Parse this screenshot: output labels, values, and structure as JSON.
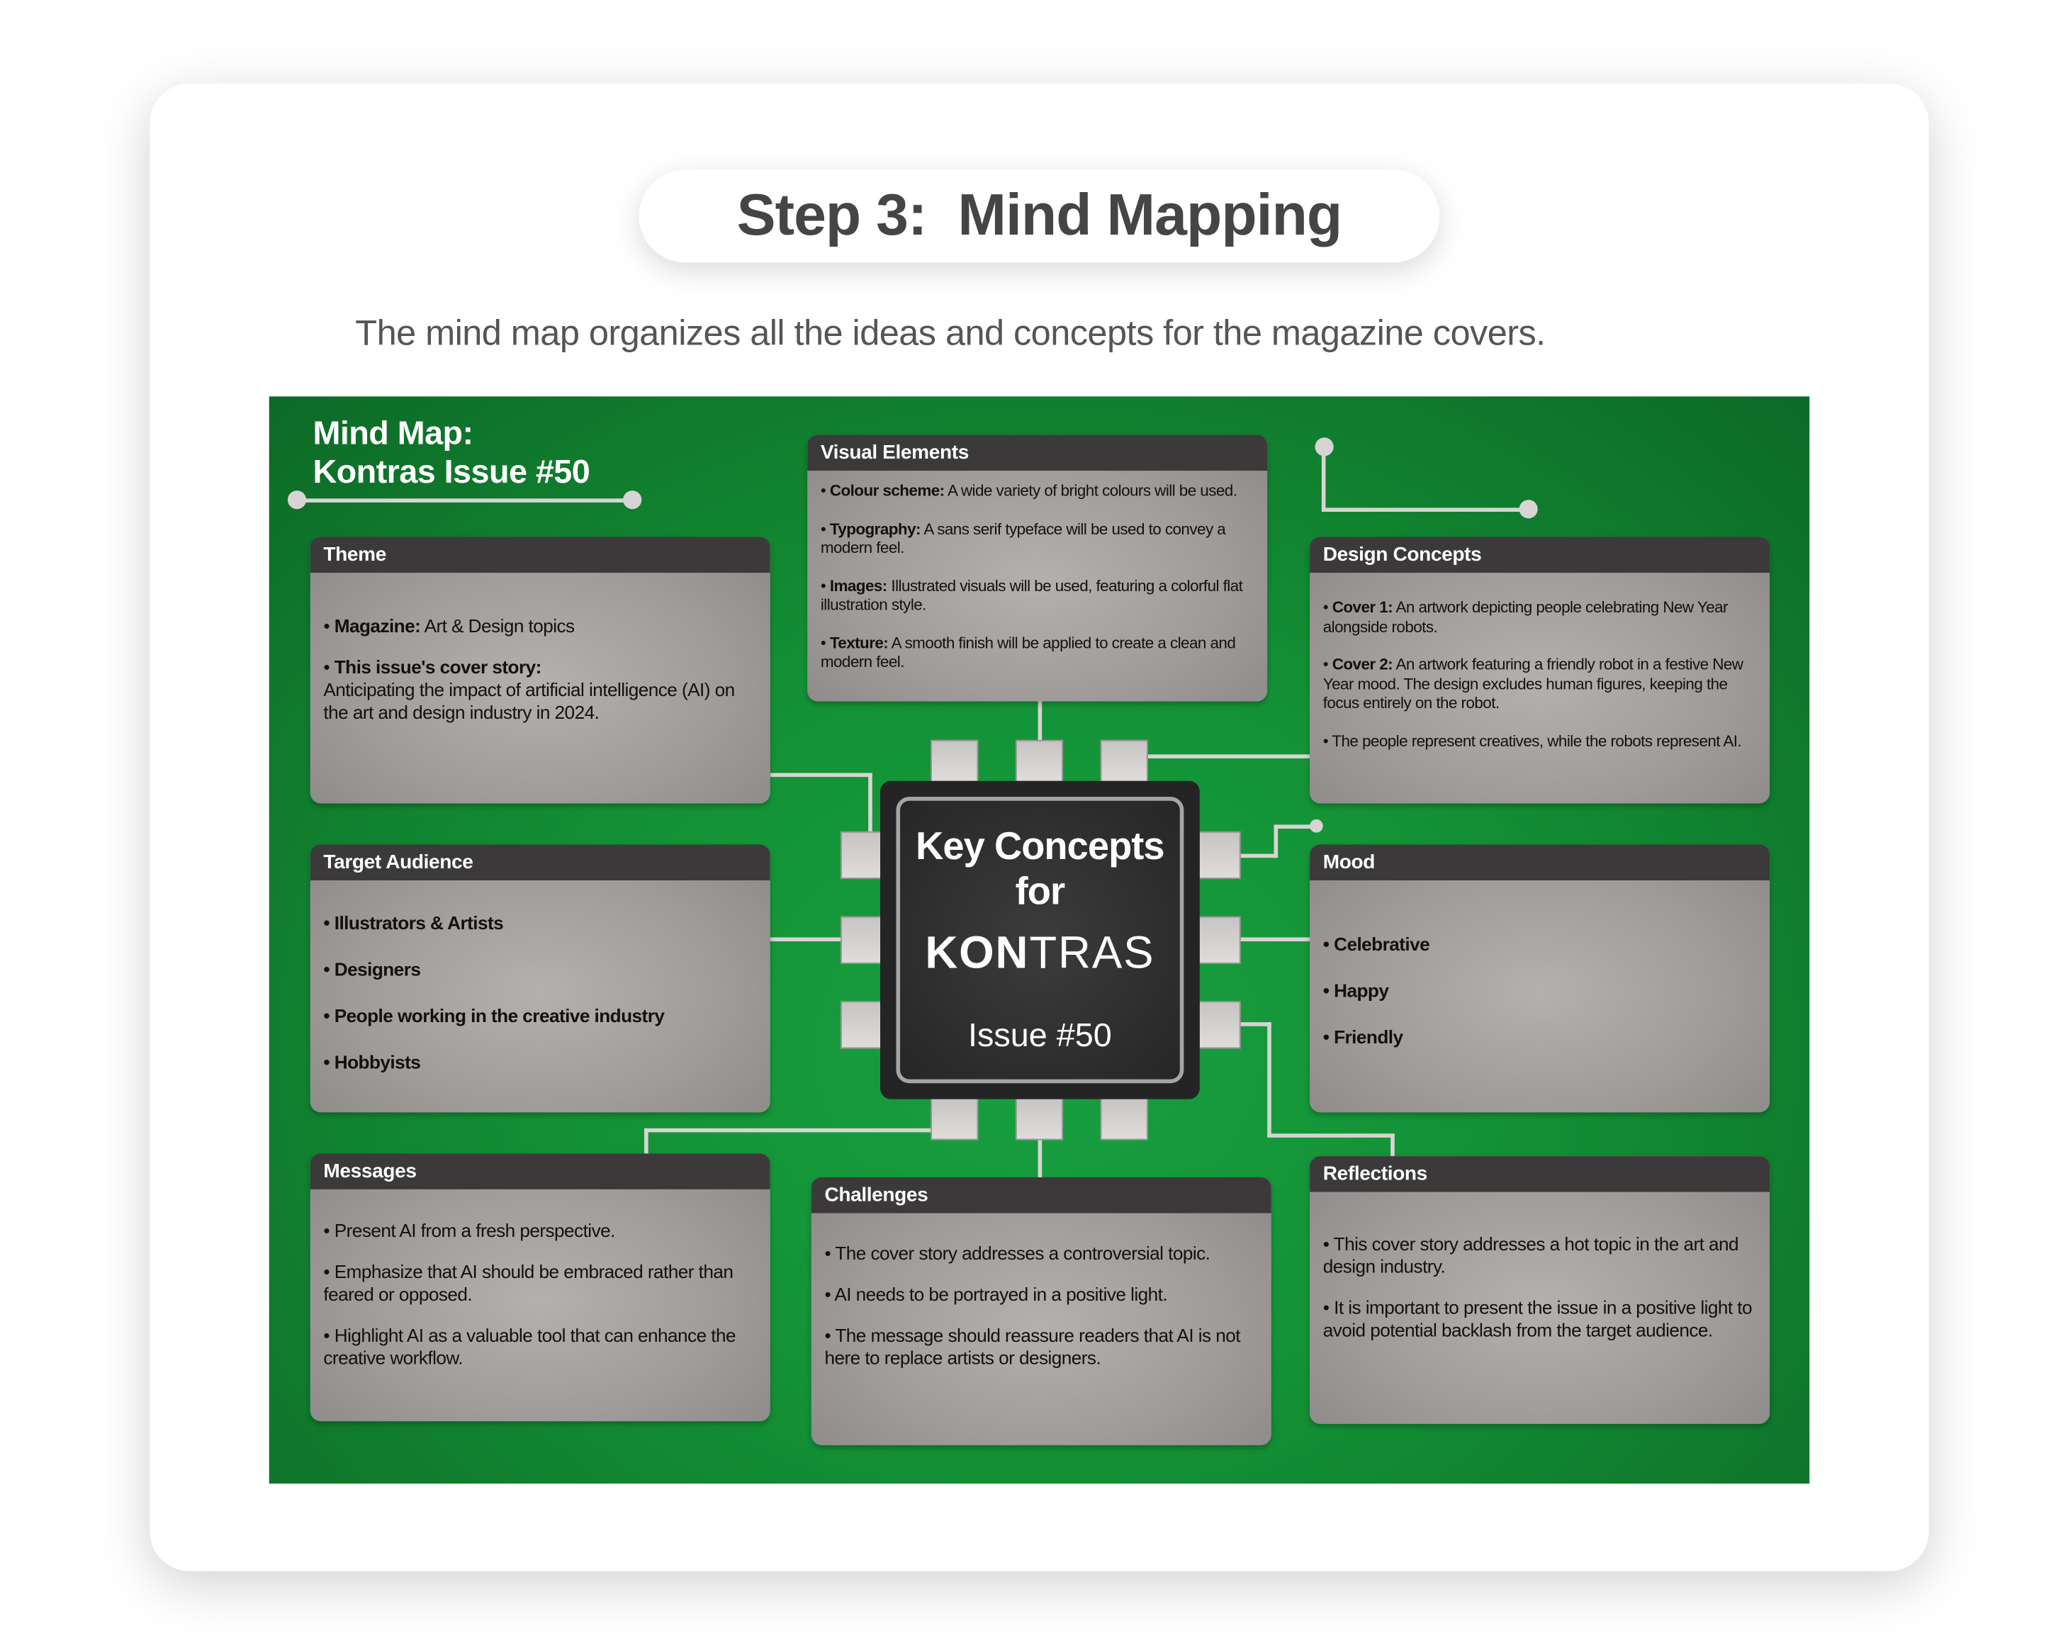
{
  "header": {
    "title": "Step 3:  Mind Mapping",
    "subtitle": "The mind map organizes all the ideas and concepts for the magazine covers."
  },
  "mindmap": {
    "title_line1": "Mind Map:",
    "title_line2": "Kontras Issue #50",
    "center": {
      "line1": "Key Concepts",
      "line2": "for",
      "logo_bold": "KON",
      "logo_light": "TRAS",
      "issue": "Issue #50"
    },
    "theme": {
      "title": "Theme",
      "items": [
        {
          "bold": "Magazine:",
          "text": " Art & Design topics"
        },
        {
          "bold": "This issue's cover story:",
          "text": "Anticipating the impact of artificial intelligence (AI) on the art and design industry in 2024."
        }
      ]
    },
    "target_audience": {
      "title": "Target Audience",
      "items": [
        "Illustrators & Artists",
        "Designers",
        "People working in the creative industry",
        "Hobbyists"
      ]
    },
    "messages": {
      "title": "Messages",
      "items": [
        "Present AI from a fresh perspective.",
        "Emphasize that AI should be embraced rather than feared or opposed.",
        "Highlight AI as a valuable tool that can enhance the creative workflow."
      ]
    },
    "visual_elements": {
      "title": "Visual Elements",
      "items": [
        {
          "bold": "Colour scheme:",
          "text": " A wide variety of bright colours will be used."
        },
        {
          "bold": "Typography:",
          "text": " A sans serif typeface will be used to convey a modern feel."
        },
        {
          "bold": "Images:",
          "text": " Illustrated visuals will be used, featuring a colorful flat illustration style."
        },
        {
          "bold": "Texture:",
          "text": " A smooth finish will be applied to create a clean and modern feel."
        }
      ]
    },
    "challenges": {
      "title": "Challenges",
      "items": [
        "The cover story addresses a controversial topic.",
        "AI needs to be portrayed in a positive light.",
        "The message should reassure readers that AI is not here to replace artists or designers."
      ]
    },
    "design_concepts": {
      "title": "Design Concepts",
      "items": [
        {
          "bold": "Cover 1:",
          "text": " An artwork depicting people celebrating New Year alongside robots."
        },
        {
          "bold": "Cover 2:",
          "text": " An artwork featuring a friendly robot in a festive New Year mood. The design excludes human figures, keeping the focus entirely on the robot."
        },
        {
          "bold": "",
          "text": "The people represent creatives, while the robots represent AI."
        }
      ]
    },
    "mood": {
      "title": "Mood",
      "items": [
        "Celebrative",
        "Happy",
        "Friendly"
      ]
    },
    "reflections": {
      "title": "Reflections",
      "items": [
        "This cover story addresses a hot topic in the art and design industry.",
        "It is important to present the issue in a positive light to avoid potential backlash from the target audience."
      ]
    }
  },
  "colors": {
    "green": "#139035",
    "box_header": "#3b393a",
    "box_body": "#a09c9a",
    "chip": "#242424"
  }
}
